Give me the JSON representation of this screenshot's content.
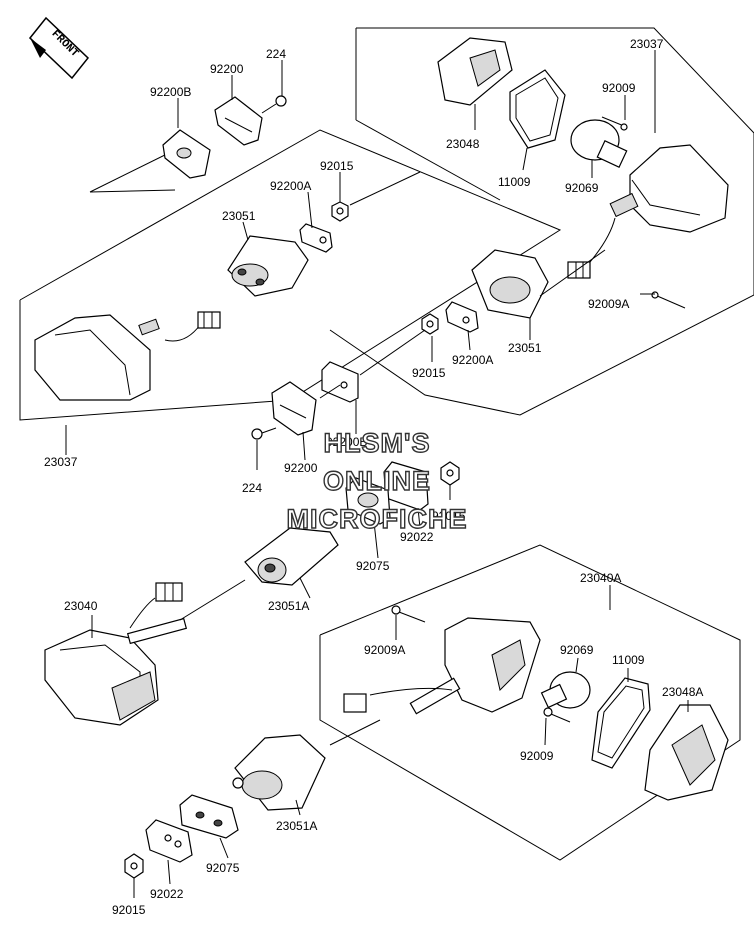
{
  "front_arrow": {
    "label": "FRONT"
  },
  "watermark": {
    "line1": "HLSM'S",
    "line2": "ONLINE",
    "line3": "MICROFICHE"
  },
  "labels": {
    "l224_top": "224",
    "l92200_top": "92200",
    "l92200B_top": "92200B",
    "l92015_upper": "92015",
    "l92200A_upper": "92200A",
    "l23051_upper": "23051",
    "l23037_left": "23037",
    "l23037_right": "23037",
    "l92009_right": "92009",
    "l23048": "23048",
    "l11009_upper": "11009",
    "l92069_upper": "92069",
    "l92009A_right": "92009A",
    "l23051_right": "23051",
    "l92200A_right": "92200A",
    "l92015_mid": "92015",
    "l92200B_mid": "92200B",
    "l92200_mid": "92200",
    "l224_mid": "224",
    "l92015_center": "92015",
    "l92022_center": "92022",
    "l92075_center": "92075",
    "l23051A_upper": "23051A",
    "l23040": "23040",
    "l23040A": "23040A",
    "l92009A_lower": "92009A",
    "l92069_lower": "92069",
    "l11009_lower": "11009",
    "l23048A": "23048A",
    "l92009_lower": "92009",
    "l23051A_lower": "23051A",
    "l92075_lower": "92075",
    "l92022_lower": "92022",
    "l92015_lower": "92015"
  }
}
